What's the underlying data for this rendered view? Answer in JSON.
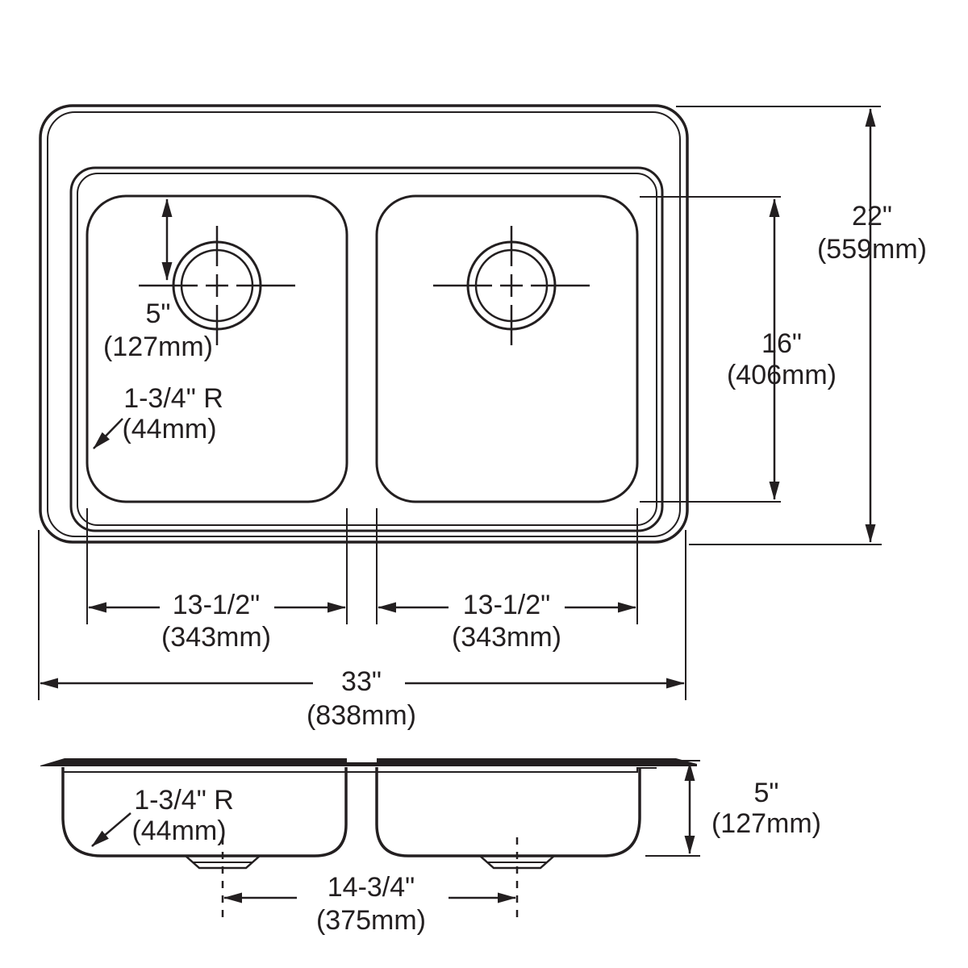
{
  "colors": {
    "ink": "#231f20",
    "background": "#ffffff"
  },
  "views": {
    "top": {
      "faucet_hole_offset": {
        "inches": "5\"",
        "metric": "(127mm)"
      },
      "bowl_corner_radius": {
        "inches": "1-3/4\" R",
        "metric": "(44mm)"
      },
      "overall_front_to_back": {
        "inches": "22\"",
        "metric": "(559mm)"
      },
      "bowl_front_to_back": {
        "inches": "16\"",
        "metric": "(406mm)"
      },
      "left_bowl_width": {
        "inches": "13-1/2\"",
        "metric": "(343mm)"
      },
      "right_bowl_width": {
        "inches": "13-1/2\"",
        "metric": "(343mm)"
      },
      "overall_width": {
        "inches": "33\"",
        "metric": "(838mm)"
      }
    },
    "front": {
      "bowl_corner_radius": {
        "inches": "1-3/4\" R",
        "metric": "(44mm)"
      },
      "drain_centerline_spacing": {
        "inches": "14-3/4\"",
        "metric": "(375mm)"
      },
      "bowl_depth": {
        "inches": "5\"",
        "metric": "(127mm)"
      }
    }
  }
}
